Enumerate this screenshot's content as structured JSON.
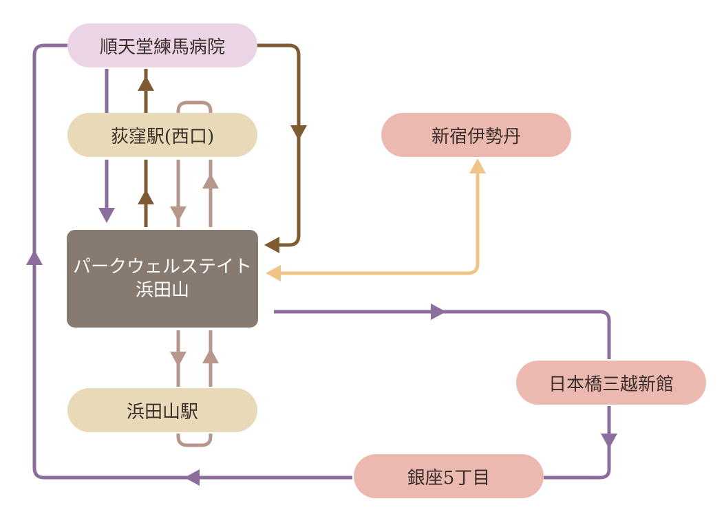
{
  "nodes": {
    "juntendo": "順天堂練馬病院",
    "ogikubo": "荻窪駅(西口)",
    "shinjuku": "新宿伊勢丹",
    "hub_line1": "パークウェルステイト",
    "hub_line2": "浜田山",
    "hamadayama_station": "浜田山駅",
    "nihonbashi": "日本橋三越新館",
    "ginza": "銀座5丁目"
  },
  "colors": {
    "purple_route": "#8c6e9c",
    "brown_route": "#7f5a32",
    "mauve_route": "#b7968b",
    "gold_route": "#f0c487",
    "node_pink_light": "#ead4e6",
    "node_beige": "#e8dab8",
    "node_salmon": "#ecb9b0",
    "node_hub": "#877a71"
  }
}
